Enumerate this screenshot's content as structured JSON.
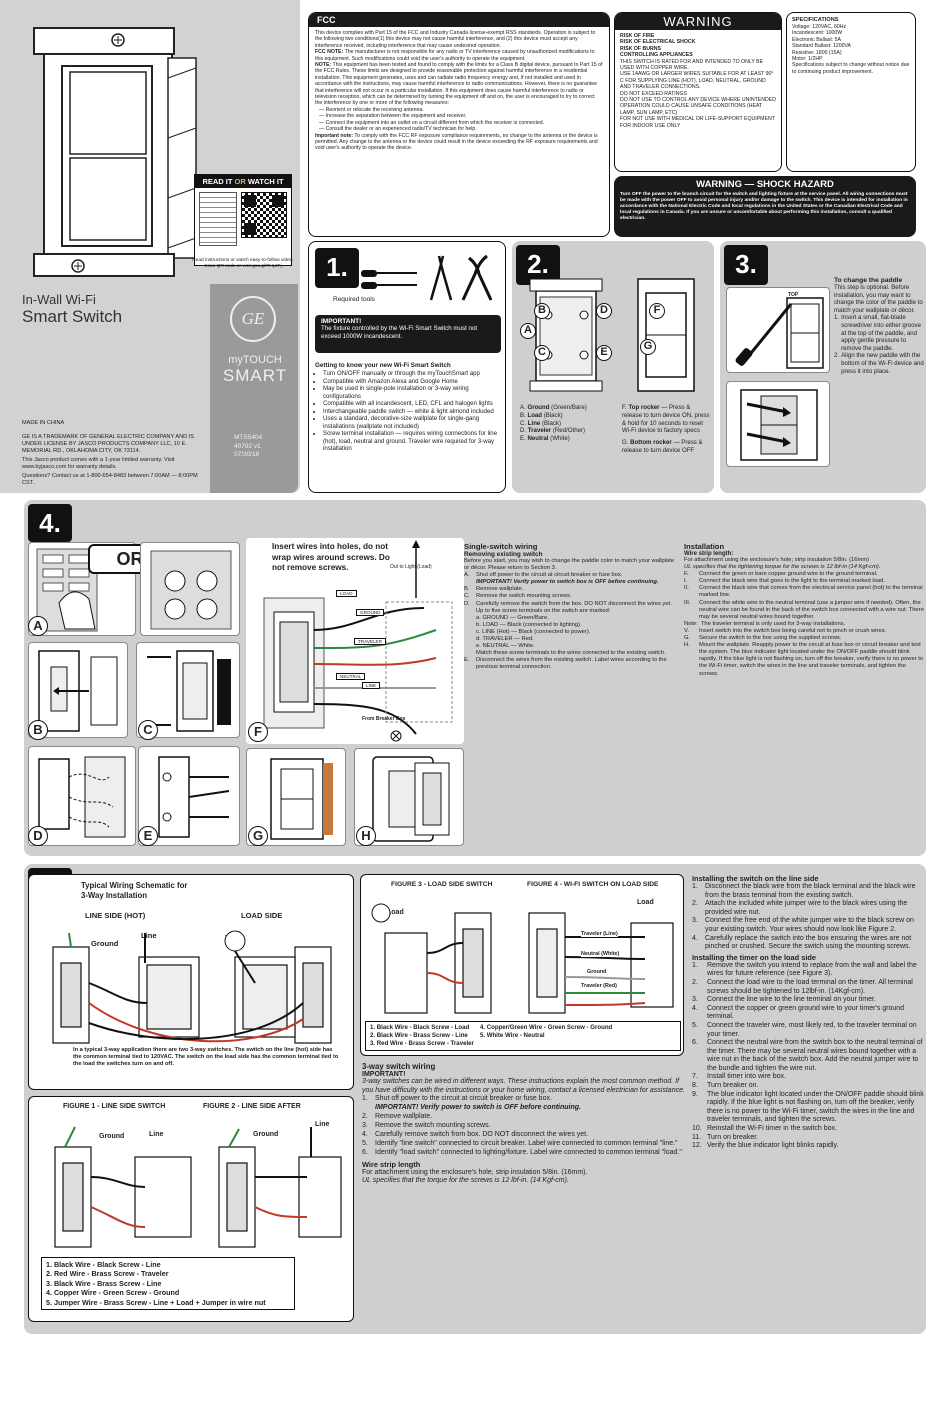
{
  "cover": {
    "read_watch_title_a": "READ IT",
    "read_watch_or": "OR",
    "read_watch_title_b": "WATCH IT",
    "read_watch_note": "Read instructions or watch easy-to-follow video. Scan QR code or visit goo.gl/THyzFj",
    "product_line1": "In-Wall Wi-Fi",
    "product_line2": "Smart Switch",
    "brand_logo": "GE",
    "brand_top": "myTOUCH",
    "brand_bottom": "SMART",
    "model_lines": [
      "MTS5404",
      "40792 v1",
      "07/30/18"
    ],
    "made_in": "MADE IN CHINA",
    "legal": "GE IS A TRADEMARK OF GENERAL ELECTRIC COMPANY AND IS UNDER LICENSE BY JASCO PRODUCTS COMPANY LLC, 10 E. MEMORIAL RD., OKLAHOMA CITY, OK 73114.",
    "warranty": "This Jasco product comes with a 1-year limited warranty. Visit www.byjasco.com for warranty details.",
    "questions": "Questions? Contact us at 1-800-654-8483 between 7:00AM — 8:00PM CST."
  },
  "fcc": {
    "title": "FCC",
    "p1": "This device complies with Part 15 of the FCC and Industry Canada license-exempt RSS standards. Operation is subject to the following two conditions(1) this device may not cause harmful interference, and (2) this device must accept any interference received, including interference that may cause undesired operation.",
    "note1_label": "FCC NOTE:",
    "note1": " The manufacturer is not responsible for any radio or TV interference caused by unauthorized modifications to this equipment. Such modifications could void the user's authority to operate the equipment.",
    "note2_label": "NOTE:",
    "note2": " This equipment has been tested and found to comply with the limits for a Class B digital device, pursuant to Part 15 of the FCC Rules. These limits are designed to provide reasonable protection against harmful interference in a residential installation. This equipment generates, uses and can radiate radio frequency energy and, if not installed and used in accordance with the instructions, may cause harmful interference to radio communications. However, there is no guarantee that interference will not occur in a particular installation. If this equipment does cause harmful interference to radio or television reception, which can be determined by turning the equipment off and on, the user is encouraged to try to correct the interference by one or more of the following measures:",
    "measures": [
      "— Reorient or relocate the receiving antenna.",
      "— Increase the separation between the equipment and receiver.",
      "— Connect the equipment into an outlet on a circuit different from which the receiver is connected.",
      "— Consult the dealer or an experienced radio/TV technician for help."
    ],
    "important_label": "Important note:",
    "important": " To comply with the FCC RF exposure compliance requirements, no change to the antenna or the device is permitted. Any change to the antenna or the device could result in the device exceeding the RF exposure requirements and void user's authority to operate the device."
  },
  "warning": {
    "title": "WARNING",
    "risks": [
      "RISK OF FIRE",
      "RISK OF ELECTRICAL SHOCK",
      "RISK OF BURNS",
      "CONTROLLING APPLIANCES"
    ],
    "items": [
      "THIS SWITCH IS RATED FOR AND INTENDED TO ONLY BE USED WITH COPPER WIRE.",
      "USE 14AWG OR LARGER WIRES SUITABLE FOR AT LEAST 90° C FOR SUPPLYING LINE (HOT), LOAD, NEUTRAL, GROUND AND TRAVELER CONNECTIONS.",
      "DO NOT EXCEED RATINGS",
      "DO NOT USE TO CONTROL ANY DEVICE WHERE UNINTENDED OPERATION COULD CAUSE UNSAFE CONDITIONS (HEAT LAMP, SUN LAMP, ETC)",
      "FOR NOT USE WITH MEDICAL OR LIFE-SUPPORT EQUIPMENT",
      "FOR INDOOR USE ONLY"
    ]
  },
  "specs": {
    "title": "SPECIFICATIONS",
    "lines": [
      "Voltage: 120VAC, 60Hz",
      "Incandescent: 1000W",
      "Electronic Ballast: 5A",
      "Standard Ballast: 1200VA",
      "Resistive: 1800 (15A)",
      "Motor: 1/2HP",
      "Specifications subject to change without notice due to continuing product improvement."
    ]
  },
  "shock": {
    "title": "WARNING — SHOCK HAZARD",
    "text": "Turn OFF the power to the branch circuit for the switch and lighting fixture at the service panel. All wiring connections must be made with the power OFF to avoid personal injury and/or damage to the switch. This device is intended for installation in accordance with the National Electric Code and local regulations in the United States or the Canadian Electrical Code and local regulations in Canada. If you are unsure or uncomfortable about performing this installation, consult a qualified electrician."
  },
  "step1": {
    "num": "1.",
    "tools_label": "Required tools",
    "important_title": "IMPORTANT!",
    "important_text": "The fixture controlled by the Wi-Fi Smart Switch must not exceed 1000W incandescent.",
    "getting_title": "Getting to know your new Wi-Fi Smart Switch",
    "bullets": [
      "Turn ON/OFF manually or through the myTouchSmart app",
      "Compatible with Amazon Alexa and Google Home",
      "May be used in single-pole installation or 3-way wiring configurations",
      "Compatible with all incandescent, LED, CFL and halogen lights",
      "Interchangeable paddle switch — white & light almond included",
      "Uses a standard, decorative-size wallplate for single-gang installations (wallplate not included)",
      "Screw terminal installation — requires wiring connections for line (hot), load, neutral and ground. Traveler wire required for 3-way installation"
    ]
  },
  "step2": {
    "num": "2.",
    "letters": [
      "A",
      "B",
      "C",
      "D",
      "E",
      "F",
      "G"
    ],
    "left": [
      {
        "k": "A.",
        "b": "Ground",
        "t": " (Green/Bare)"
      },
      {
        "k": "B.",
        "b": "Load",
        "t": " (Black)"
      },
      {
        "k": "C.",
        "b": "Line",
        "t": " (Black)"
      },
      {
        "k": "D.",
        "b": "Traveler",
        "t": " (Red/Other)"
      },
      {
        "k": "E.",
        "b": "Neutral",
        "t": " (White)"
      }
    ],
    "right": [
      {
        "k": "F.",
        "b": "Top rocker",
        "t": " — Press & release to turn device ON, press & hold for 10 seconds to reset Wi-Fi device to factory specs"
      },
      {
        "k": "G.",
        "b": "Bottom rocker",
        "t": " — Press & release to turn device OFF"
      }
    ]
  },
  "step3": {
    "num": "3.",
    "top_label": "TOP",
    "title": "To change the paddle",
    "intro": "This step is optional. Before installation, you may want to change the color of the paddle to match your wallplate or décor.",
    "items": [
      "Insert a small, flat-blade screwdriver into either groove at the top of the paddle, and apply gentle pressure to remove the paddle.",
      "Align the new paddle with the bottom of the Wi-Fi device and press it into place."
    ]
  },
  "step4": {
    "num": "4.",
    "or_label": "OR",
    "panel_letters": [
      "A",
      "B",
      "C",
      "D",
      "E",
      "F",
      "G",
      "H"
    ],
    "insert_note": "Insert wires into holes, do not wrap wires around screws. Do not remove screws.",
    "wire_labels": [
      "Out to Light (Load)",
      "LOAD",
      "GROUND",
      "TRAVELER",
      "NEUTRAL",
      "LINE",
      "From Breaker Box"
    ],
    "single_title": "Single-switch wiring",
    "removing_title": "Removing existing switch",
    "removing_intro": "Before you start, you may wish to change the paddle color to match your wallplate or décor. Please return to Section 3.",
    "steps": [
      {
        "k": "A.",
        "t": "Shut off power to the circuit at circuit breaker or fuse box."
      },
      {
        "k": "",
        "t": "IMPORTANT! Verify power to switch box is OFF before continuing.",
        "b": true
      },
      {
        "k": "B.",
        "t": "Remove wallplate."
      },
      {
        "k": "C.",
        "t": "Remove the switch mounting screws."
      },
      {
        "k": "D.",
        "t": "Carefully remove the switch from the box. DO NOT disconnect the wires yet."
      },
      {
        "k": "",
        "t": "Up to five screw terminals on the switch are marked:"
      },
      {
        "k": "",
        "t": "a. GROUND — Green/Bare."
      },
      {
        "k": "",
        "t": "b. LOAD — Black (connected to lighting)."
      },
      {
        "k": "",
        "t": "c. LINE (Hot) — Black (connected to power)."
      },
      {
        "k": "",
        "t": "d. TRAVELER — Red."
      },
      {
        "k": "",
        "t": "e. NEUTRAL — White."
      },
      {
        "k": "",
        "t": "Match these screw terminals to the wires connected to the existing switch."
      },
      {
        "k": "E.",
        "t": "Disconnect the wires from the existing switch. Label wires according to the previous terminal connection."
      }
    ],
    "install_title": "Installation",
    "strip_title": "Wire strip length:",
    "strip_text": "For attachment using the enclosure's hole; strip insulation 5/8in. (16mm)",
    "strip_note": "UL specifies that the tightening torque for the screws is 12 lbf-in (14 Kgf-cm).",
    "install_steps": [
      {
        "k": "F.",
        "t": "Connect the green or bare copper ground wire to the ground terminal."
      },
      {
        "k": "I.",
        "t": "Connect the black wire that goes to the light to the terminal marked load."
      },
      {
        "k": "II.",
        "t": "Connect the black wire that comes from the electrical service panel (hot) to the terminal marked line."
      },
      {
        "k": "III.",
        "t": "Connect the white wire to the neutral terminal (use a jumper wire if needed). Often, the neutral wire can be found in the back of the switch box connected with a wire nut. There may be several neutral wires bound together."
      },
      {
        "k": "Note:",
        "t": "The traveler terminal is only used for 3-way installations."
      },
      {
        "k": "V.",
        "t": "Insert switch into the switch box being careful not to pinch or crush wires."
      },
      {
        "k": "G.",
        "t": "Secure the switch to the box using the supplied screws."
      },
      {
        "k": "H.",
        "t": "Mount the wallplate. Reapply power to the circuit at fuse box or circuit breaker and test the system. The blue indicator light located under the ON/OFF paddle should blink rapidly. If the blue light is not flashing on, turn off the breaker, verify there is no power to the Wi-Fi timer, switch the wires in the line and traveler terminals, and tighten the screws."
      }
    ]
  },
  "step5": {
    "num": "5.",
    "schematic_title": "Typical Wiring Schematic for 3-Way Installation",
    "line_side": "LINE SIDE (HOT)",
    "load_side": "LOAD SIDE",
    "ground": "Ground",
    "line": "Line",
    "load": "Load",
    "schematic_note": "In a typical 3-way application there are two 3-way switches. The switch on the line (hot) side has the common terminal tied to 120VAC. The switch on the load side has the common terminal tied to the load the switches turn on and off.",
    "fig1": "FIGURE 1 - LINE SIDE SWITCH",
    "fig2": "FIGURE 2 - LINE SIDE AFTER",
    "fig12_legend": [
      "1. Black Wire - Black Screw - Line",
      "2. Red Wire - Brass Screw - Traveler",
      "3. Black Wire - Brass Screw - Line",
      "4. Copper Wire - Green Screw - Ground",
      "5. Jumper Wire - Brass Screw - Line + Load + Jumper in wire nut"
    ],
    "fig3": "FIGURE 3 - LOAD SIDE SWITCH",
    "fig4": "FIGURE 4 - WI-FI SWITCH ON LOAD SIDE",
    "fig4_labels": [
      "Load",
      "Traveler (Line)",
      "Neutral (White)",
      "Ground",
      "Traveler (Red)"
    ],
    "fig34_legend_left": [
      "1. Black Wire - Black Screw - Load",
      "2. Black Wire - Brass Screw - Line",
      "3. Red Wire - Brass Screw - Traveler"
    ],
    "fig34_legend_right": [
      "4. Copper/Green Wire - Green Screw - Ground",
      "5. White Wire - Neutral"
    ],
    "threeway_title": "3-way switch  wiring",
    "threeway_important": "IMPORTANT!",
    "threeway_intro": "3-way switches can be wired in different ways. These instructions explain the most common method. If you have difficulty with the instructions or your home wiring, contact a licensed electrician for assistance.",
    "threeway_steps": [
      {
        "k": "1.",
        "t": "Shut off power to the circuit at circuit breaker or fuse box."
      },
      {
        "k": "",
        "t": "IMPORTANT! Verify power to switch is OFF before continuing.",
        "b": true
      },
      {
        "k": "2.",
        "t": "Remove wallplate."
      },
      {
        "k": "3.",
        "t": "Remove the switch mounting screws."
      },
      {
        "k": "4.",
        "t": "Carefully remove switch from box. DO NOT disconnect the wires yet."
      },
      {
        "k": "5.",
        "t": "Identify \"line switch\" connected to circuit breaker. Label wire connected to common terminal \"line.\""
      },
      {
        "k": "6.",
        "t": "Identify \"load switch\" connected to lighting/fixture. Label wire connected to common terminal \"load.\""
      }
    ],
    "strip_title": "Wire strip length",
    "strip_text": "For attachment using the enclosure's hole, strip insulation 5/8in. (16mm).",
    "strip_note": "UL specifies that the torque for the screws is 12 lbf-in. (14 Kgf-cm).",
    "line_side_title": "Installing the switch on the line side",
    "line_side_steps": [
      {
        "k": "1.",
        "t": "Disconnect the black wire from the black terminal and the black wire from the brass terminal from the existing switch."
      },
      {
        "k": "2.",
        "t": "Attach the included white jumper wire to the black wires using the provided wire nut."
      },
      {
        "k": "3.",
        "t": "Connect the free end of the white jumper wire to the black screw on your existing switch. Your wires should now look like Figure 2."
      },
      {
        "k": "4.",
        "t": "Carefully replace the switch into the box ensuring the wires are not pinched or crushed. Secure the switch using the mounting screws."
      }
    ],
    "load_side_title": "Installing the timer on the load side",
    "load_side_steps": [
      {
        "k": "1.",
        "t": "Remove the switch you intend to replace from the wall and label the wires for future reference (see Figure 3)."
      },
      {
        "k": "2.",
        "t": "Connect the load wire to the load terminal on the timer. All terminal screws should be tightened to 12lbf-in. (14Kgf-cm)."
      },
      {
        "k": "3.",
        "t": "Connect the line wire to the line terminal on your timer."
      },
      {
        "k": "4.",
        "t": "Connect the copper or green ground wire to your timer's ground terminal."
      },
      {
        "k": "5.",
        "t": "Connect the traveler wire, most likely red, to the traveler terminal on your timer."
      },
      {
        "k": "6.",
        "t": "Connect the neutral wire from the switch box to the neutral terminal of the timer. There may be several neutral wires bound together with a wire nut in the back of the switch box. Add the neutral jumper wire to the bundle and tighten the wire nut."
      },
      {
        "k": "7.",
        "t": "Install timer into wire box."
      },
      {
        "k": "8.",
        "t": "Turn breaker on."
      },
      {
        "k": "9.",
        "t": "The blue indicator light located under the ON/OFF paddle should blink rapidly. If the blue light is not flashing on, turn off the breaker, verify there is no power to the Wi-Fi timer, switch the wires in the line and traveler terminals, and tighten the screws."
      },
      {
        "k": "10.",
        "t": "Reinstall the Wi-Fi timer in the switch box."
      },
      {
        "k": "11.",
        "t": "Turn on breaker."
      },
      {
        "k": "12.",
        "t": "Verify the blue indicator light blinks rapidly."
      }
    ]
  }
}
